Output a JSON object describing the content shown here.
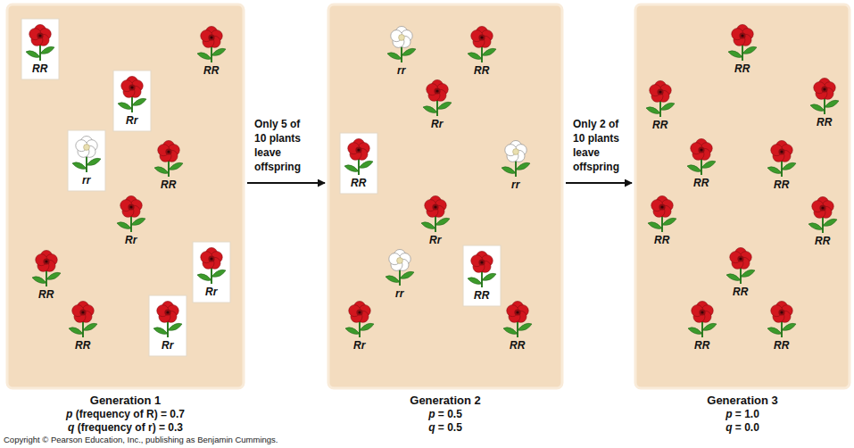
{
  "diagram": {
    "nodes": [
      {
        "text": [
          "Generation 1",
          "p (frequency of R) = 0.7",
          "q (frequency of r) = 0.3"
        ]
      },
      {
        "text": [
          "Generation 2",
          "p = 0.5",
          "q = 0.5"
        ]
      },
      {
        "text": [
          "Generation 3",
          "p = 1.0",
          "q = 0.0"
        ]
      }
    ],
    "edges": [
      {
        "from": 0,
        "to": 1,
        "label": "Only 5 of 10 plants leave offspring",
        "arrow": "to"
      },
      {
        "from": 1,
        "to": 2,
        "label": "Only 2 of 10 plants leave offspring",
        "arrow": "to"
      }
    ],
    "labels": [
      "RR",
      "RR",
      "Rr",
      "rr",
      "RR",
      "Rr",
      "Rr",
      "RR",
      "RR",
      "Rr",
      "rr",
      "RR",
      "Rr",
      "RR",
      "rr",
      "Rr",
      "rr",
      "RR",
      "Rr",
      "RR",
      "RR",
      "RR",
      "RR",
      "RR",
      "RR",
      "RR",
      "RR",
      "RR",
      "RR",
      "RR",
      "Copyright © Pearson Education, Inc., publishing as Benjamin Cummings."
    ]
  }
}
